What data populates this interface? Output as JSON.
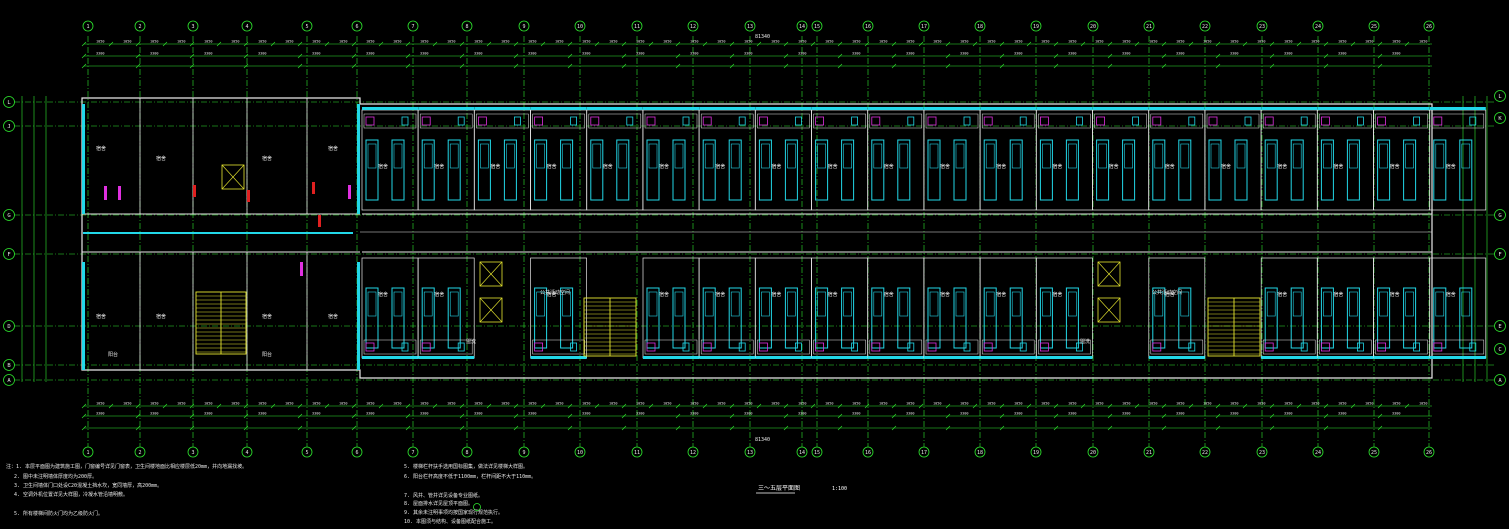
{
  "drawing": {
    "title": "三～五层平面图",
    "scale": "1:100",
    "overall_dimension": "81340",
    "column_axes": [
      "1",
      "2",
      "3",
      "4",
      "5",
      "6",
      "7",
      "8",
      "9",
      "10",
      "11",
      "12",
      "13",
      "14",
      "15",
      "16",
      "17",
      "18",
      "19",
      "20",
      "21",
      "22",
      "23",
      "24",
      "25",
      "26"
    ],
    "row_axes_left": [
      "L",
      "J",
      "G",
      "F",
      "D",
      "B",
      "A"
    ],
    "row_axes_right": [
      "L",
      "K",
      "G",
      "F",
      "E",
      "C",
      "A"
    ],
    "room_labels": {
      "dorm": "宿舍",
      "wash": "盥洗",
      "toilet": "卫生间",
      "stair_hall": "楼梯间",
      "balcony": "阳台",
      "activity": "公共活动空间"
    }
  },
  "notes": {
    "left": [
      "注：1. 本层平面图为建筑施工图，门窗编号详见门窗表，卫生间楼地面比相应楼层低20mm，并向地漏找坡。",
      "2. 图中未注明墙体厚度均为200厚。",
      "3. 卫生间墙体门口处设C20混凝土挡水坎，宽同墙厚，高200mm。",
      "4. 空调外机位置详见大样图，冷凝水管沿墙明敷。",
      "5. 所有楼梯间防火门均为乙级防火门。"
    ],
    "right": [
      "5. 楼梯栏杆扶手选用国标图集，做法详见楼梯大样图。",
      "6. 阳台栏杆高度不低于1100mm，栏杆间距不大于110mm。",
      "7. 风井、管井详见设备专业图纸。",
      "8. 屋面排水详见屋顶平面图。",
      "9. 其余未注明事项均按国家现行规范执行。",
      "10. 本图须与结构、设备图纸配合施工。"
    ]
  }
}
